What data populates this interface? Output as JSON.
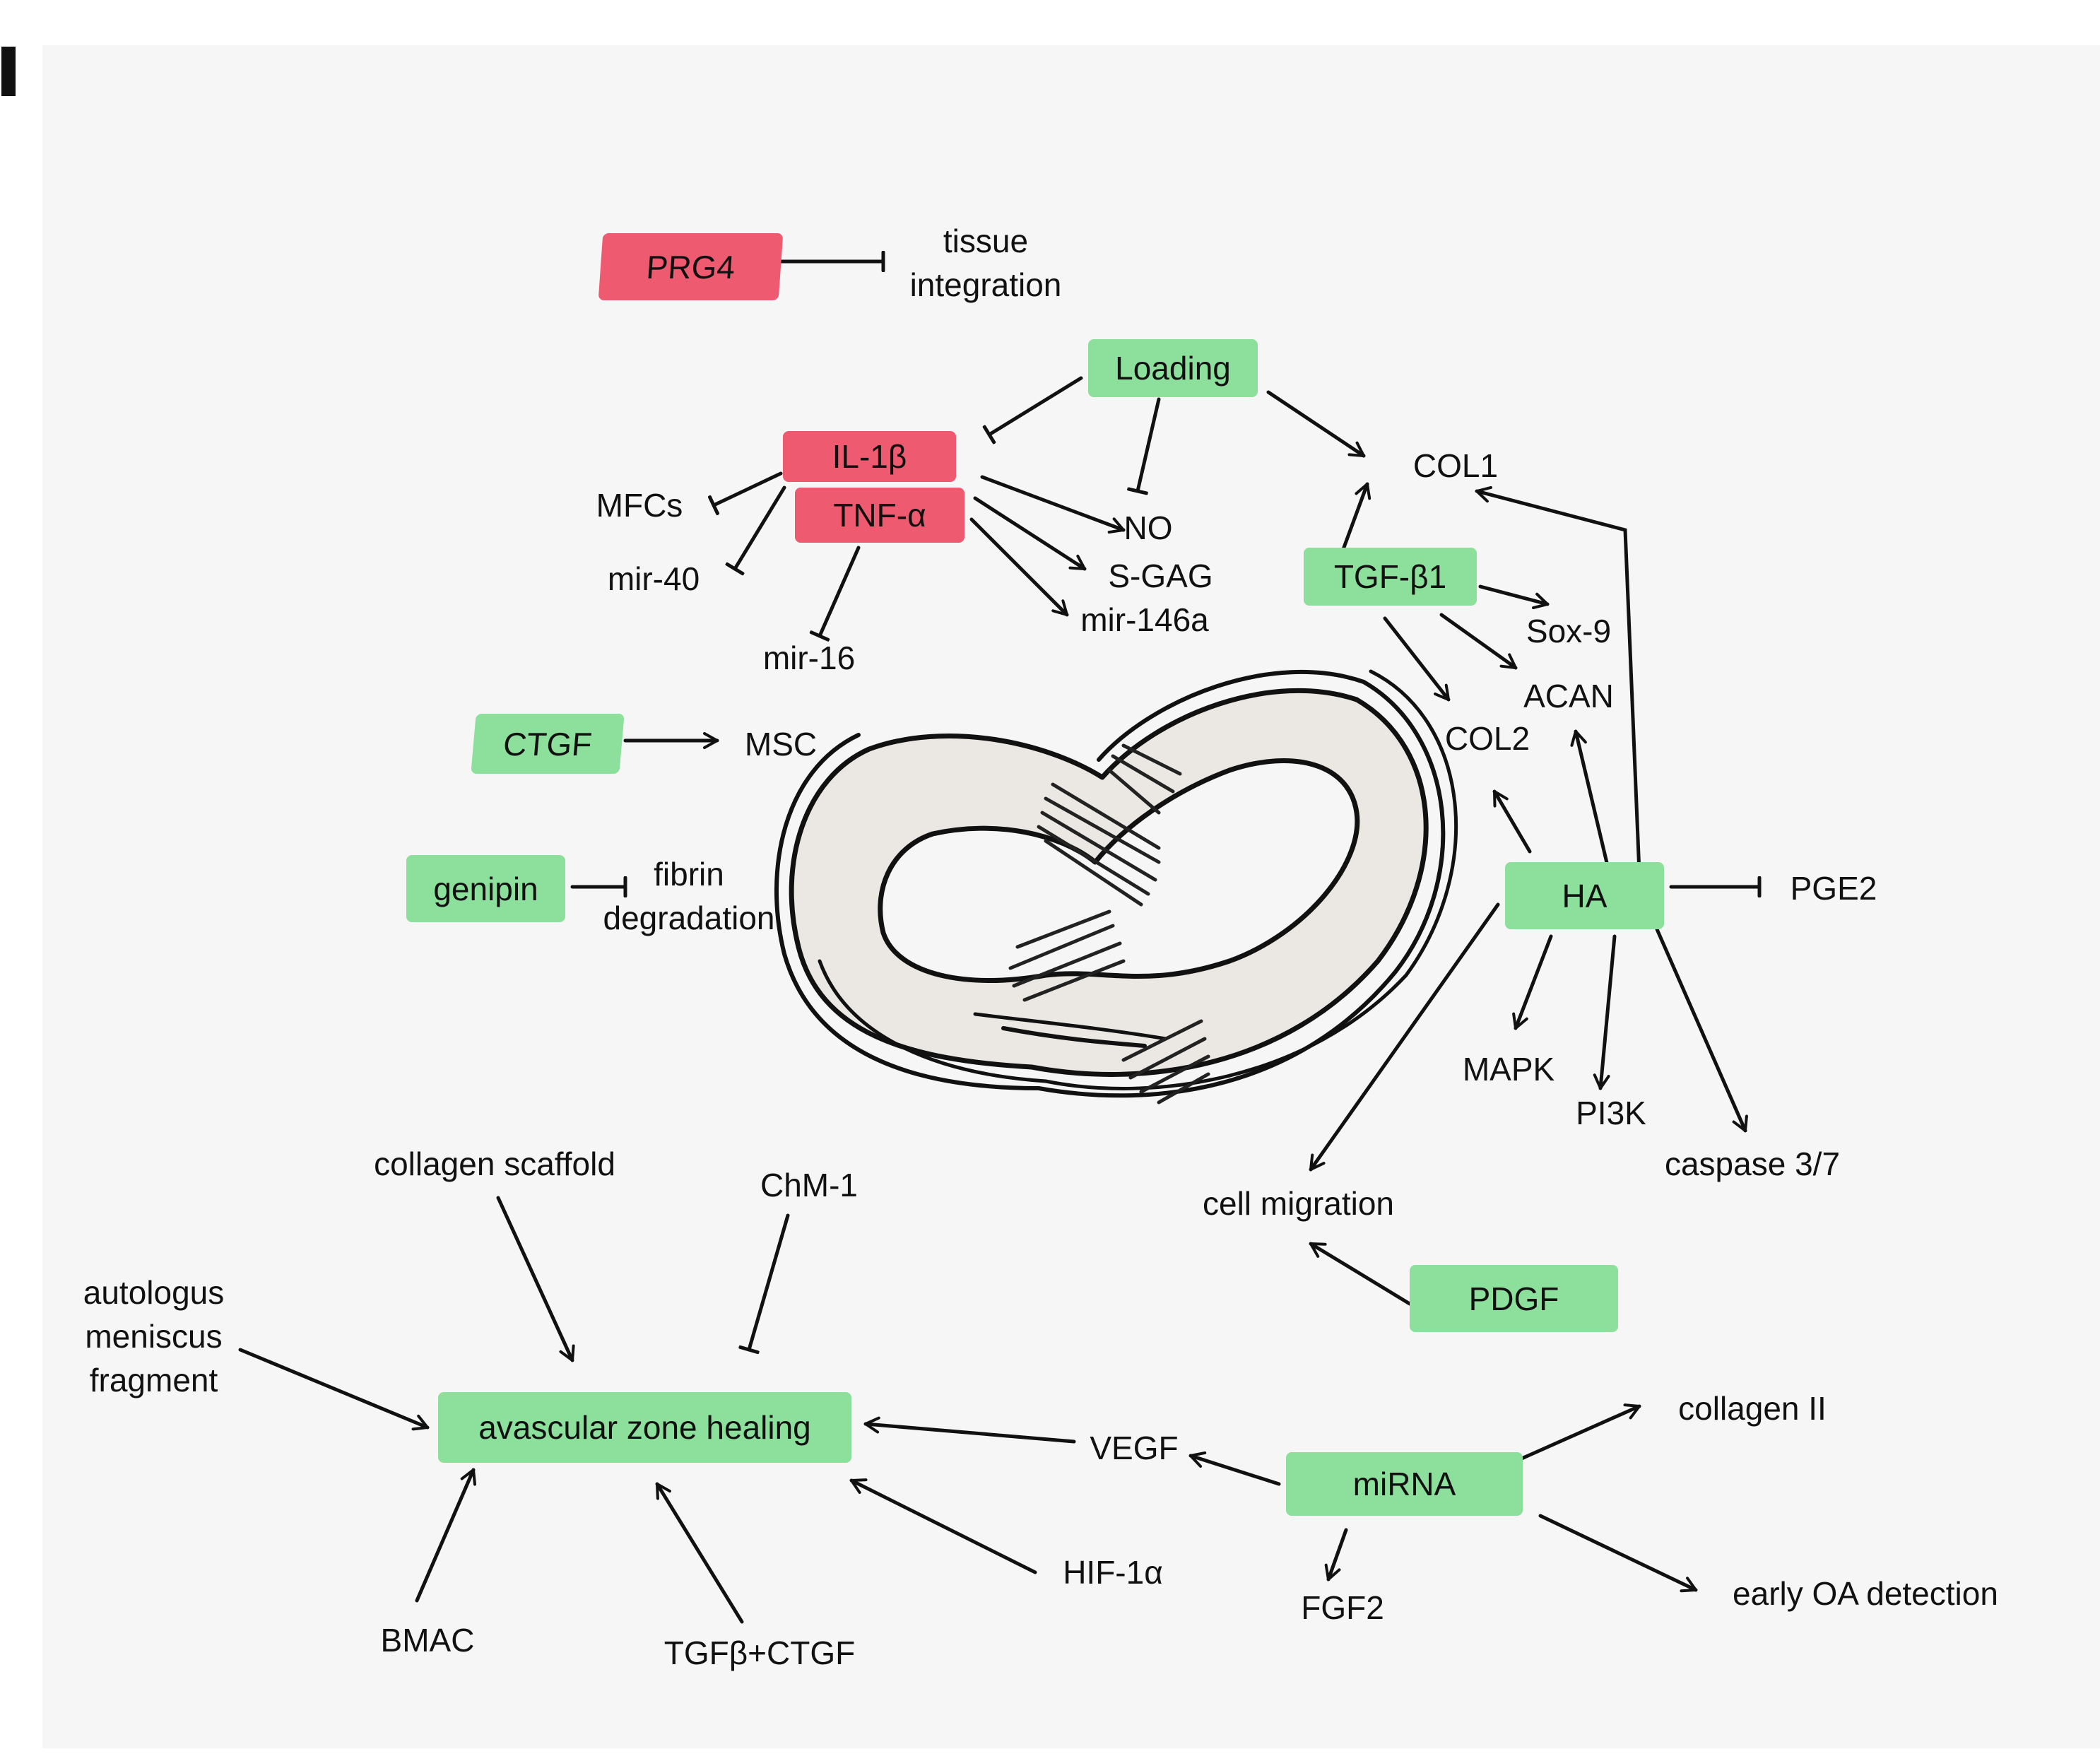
{
  "colors": {
    "stimulate_box": "#8ddf9c",
    "inhibit_box": "#ee5a6f",
    "ink": "#111111",
    "tissue_fill": "#ebe8e4",
    "fiber_fill": "#9a9a9a"
  },
  "icons": [
    "meniscus-ring-illustration",
    "arrow-icon",
    "inhibition-t-bar-icon"
  ],
  "nodes": {
    "prg4": "PRG4",
    "tissue_integration_1": "tissue",
    "tissue_integration_2": "integration",
    "loading": "Loading",
    "col1": "COL1",
    "il1b": "IL-1β",
    "tnfa": "TNF-α",
    "mfcs": "MFCs",
    "mir40": "mir-40",
    "mir16": "mir-16",
    "no": "NO",
    "sgag": "S-GAG",
    "mir146a": "mir-146a",
    "tgfb1": "TGF-β1",
    "sox9": "Sox-9",
    "acan": "ACAN",
    "col2": "COL2",
    "ctgf": "CTGF",
    "msc": "MSC",
    "genipin": "genipin",
    "fibrin_1": "fibrin",
    "fibrin_2": "degradation",
    "ha": "HA",
    "pge2": "PGE2",
    "mapk": "MAPK",
    "pi3k": "PI3K",
    "caspase": "caspase 3/7",
    "cell_migration": "cell migration",
    "pdgf": "PDGF",
    "collagen_scaffold": "collagen scaffold",
    "chm1": "ChM-1",
    "autologus_1": "autologus",
    "autologus_2": "meniscus",
    "autologus_3": "fragment",
    "avascular": "avascular zone healing",
    "vegf": "VEGF",
    "mirna": "miRNA",
    "collagen2": "collagen II",
    "hif1a": "HIF-1α",
    "fgf2": "FGF2",
    "early_oa": "early OA detection",
    "bmac": "BMAC",
    "tgfb_ctgf": "TGFβ+CTGF"
  }
}
